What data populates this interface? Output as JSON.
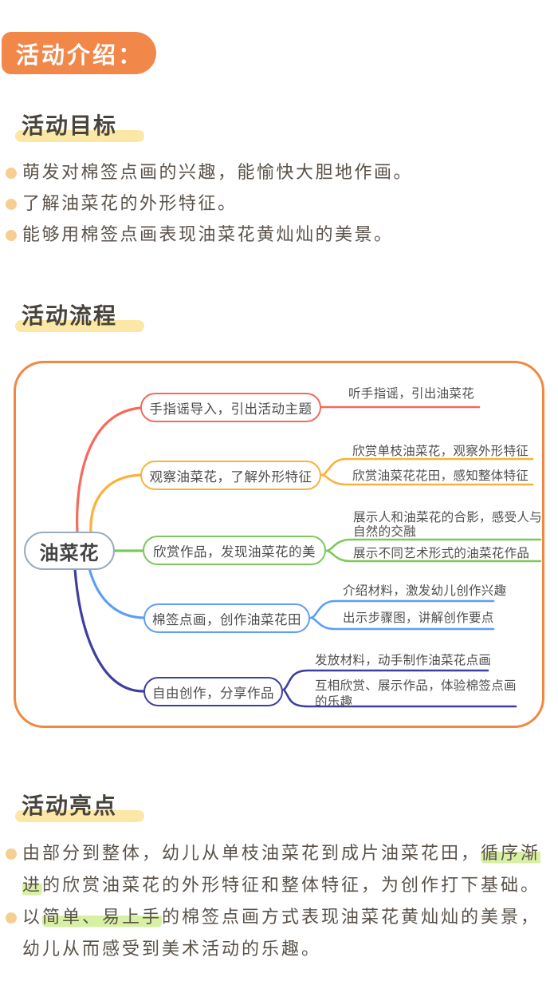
{
  "header": {
    "title": "活动介绍："
  },
  "colors": {
    "badge_orange": "#f2874a",
    "frame_orange": "#f2873f",
    "heading_bar_yellow": "#fbe8a6",
    "green_highlight": "#d8f0a4",
    "bullet_dot": "#f7ce92",
    "body_text": "#5a5249",
    "branch_red": "#f6695b",
    "branch_yellow": "#fbb13c",
    "branch_green": "#7cc95b",
    "branch_blue": "#5e9ef8",
    "branch_indigo": "#3f3f9f",
    "root_border": "#9aabc0"
  },
  "goals": {
    "heading": "活动目标",
    "items": [
      "萌发对棉签点画的兴趣，能愉快大胆地作画。",
      "了解油菜花的外形特征。",
      "能够用棉签点画表现油菜花黄灿灿的美景。"
    ]
  },
  "flow": {
    "heading": "活动流程",
    "mindmap": {
      "root": "油菜花",
      "branches": [
        {
          "label": "手指谣导入，引出活动主题",
          "color": "#f6695b",
          "leaves": [
            "听手指谣，引出油菜花"
          ]
        },
        {
          "label": "观察油菜花，了解外形特征",
          "color": "#fbb13c",
          "leaves": [
            "欣赏单枝油菜花，观察外形特征",
            "欣赏油菜花花田，感知整体特征"
          ]
        },
        {
          "label": "欣赏作品，发现油菜花的美",
          "color": "#7cc95b",
          "leaves": [
            "展示人和油菜花的合影，感受人与自然的交融",
            "展示不同艺术形式的油菜花作品"
          ]
        },
        {
          "label": "棉签点画，创作油菜花田",
          "color": "#5e9ef8",
          "leaves": [
            "介绍材料，激发幼儿创作兴趣",
            "出示步骤图，讲解创作要点"
          ]
        },
        {
          "label": "自由创作，分享作品",
          "color": "#3f3f9f",
          "leaves": [
            "发放材料，动手制作油菜花点画",
            "互相欣赏、展示作品，体验棉签点画的乐趣"
          ]
        }
      ]
    }
  },
  "highlights": {
    "heading": "活动亮点",
    "items": [
      {
        "pre": "由部分到整体，幼儿从单枝油菜花到成片油菜花田，",
        "marked": "循序渐进",
        "post": "的欣赏油菜花的外形特征和整体特征，为创作打下基础。"
      },
      {
        "pre": "以",
        "marked": "简单、易上手",
        "post": "的棉签点画方式表现油菜花黄灿灿的美景，幼儿从而感受到美术活动的乐趣。"
      }
    ]
  }
}
